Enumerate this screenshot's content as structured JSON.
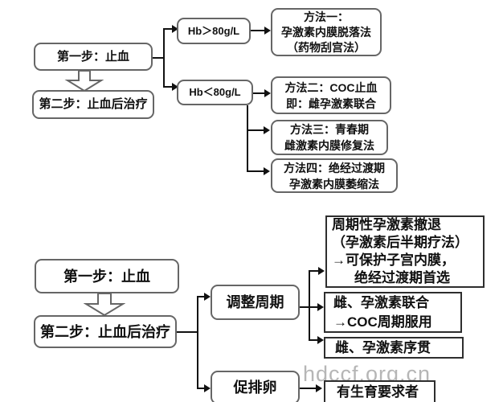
{
  "watermark": "hdccf.org.cn",
  "colors": {
    "rounded_box_border": "#666666",
    "square_box_border": "#2e2e2e",
    "connector_line": "#111111",
    "watermark_text": "#b6b6b6",
    "background": "#ffffff"
  },
  "top_chart": {
    "step1": "第一步：止血",
    "step2": "第二步：止血后治疗",
    "hb_high": "Hb＞80g/L",
    "hb_low": "Hb＜80g/L",
    "method1_lines": [
      "方法一：",
      "孕激素内膜脱落法",
      "（药物刮宫法）"
    ],
    "method2_lines": [
      "方法二：COC止血",
      "即：雌孕激素联合"
    ],
    "method3_lines": [
      "方法三：青春期",
      "雌激素内膜修复法"
    ],
    "method4_lines": [
      "方法四：绝经过渡期",
      "孕激素内膜萎缩法"
    ]
  },
  "bottom_chart": {
    "step1": "第一步：止血",
    "step2": "第二步：止血后治疗",
    "adjust_cycle": "调整周期",
    "induce_ovulation": "促排卵",
    "withdrawal_lines": [
      "周期性孕激素撤退",
      "（孕激素后半期疗法）",
      "→可保护子宫内膜，",
      "绝经过渡期首选"
    ],
    "combined_lines": [
      "雌、孕激素联合",
      "→COC周期服用"
    ],
    "sequential": "雌、孕激素序贯",
    "fertility": "有生育要求者"
  }
}
